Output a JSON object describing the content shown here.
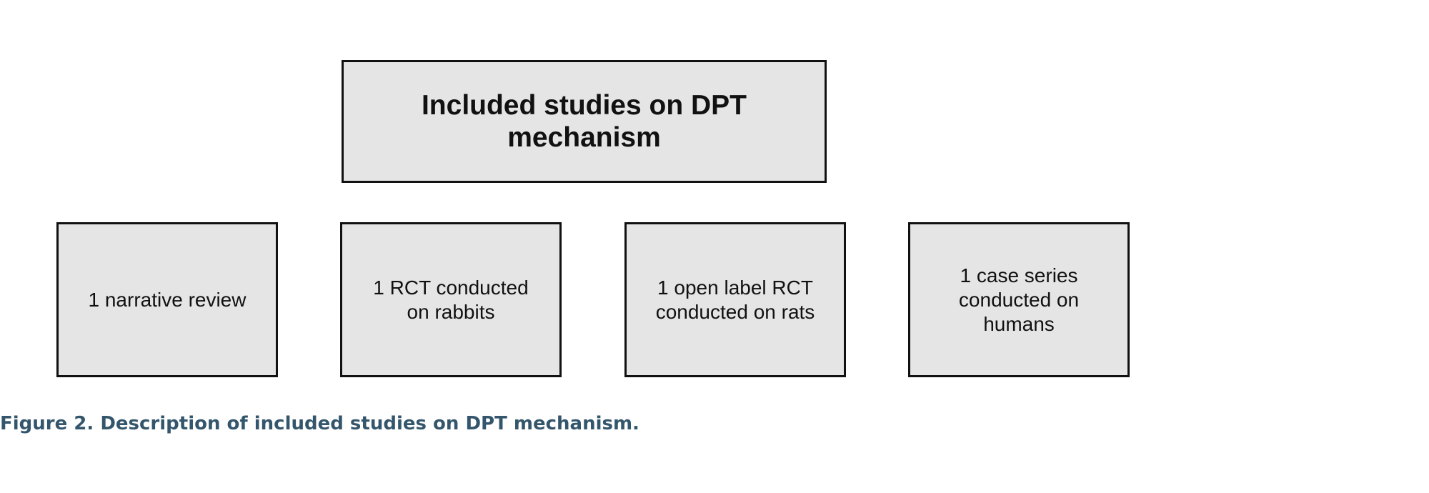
{
  "diagram": {
    "root": {
      "label": "Included studies on DPT mechanism"
    },
    "children": [
      {
        "label": "1 narrative review"
      },
      {
        "label": "1 RCT conducted on rabbits"
      },
      {
        "label": "1 open label RCT conducted on rats"
      },
      {
        "label": "1 case series conducted on humans"
      }
    ]
  },
  "caption": "Figure 2. Description of included studies on DPT mechanism.",
  "colors": {
    "box_fill": "#e6e5e6",
    "box_border": "#111111",
    "caption": "#34566c"
  }
}
